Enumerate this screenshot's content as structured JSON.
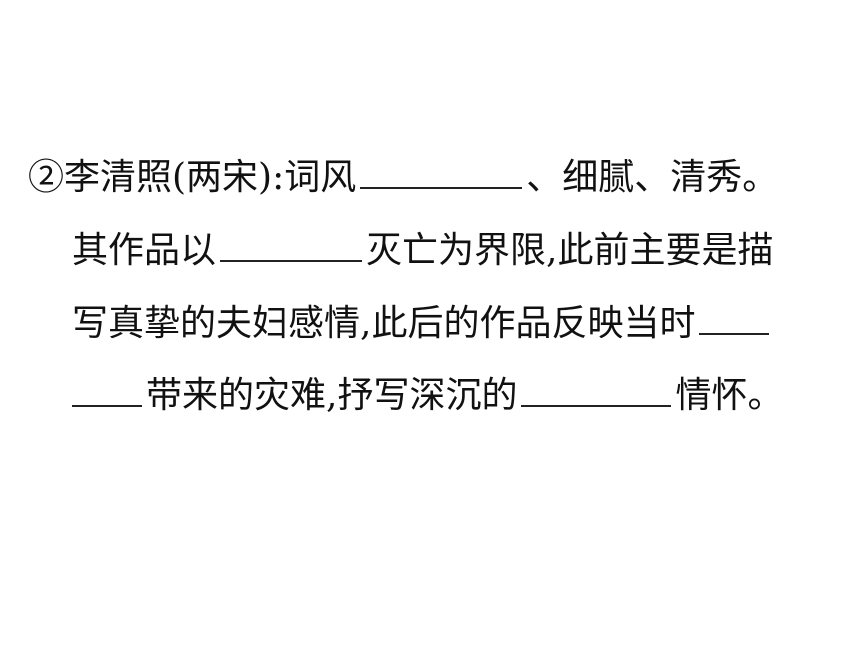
{
  "question": {
    "line1": {
      "start": "②李清照(两宋):词风",
      "end": "、细腻、清秀。"
    },
    "line2": {
      "start": "其作品以",
      "end": "灭亡为界限,此前主要是描"
    },
    "line3": {
      "start": "写真挚的夫妇感情,此后的作品反映当时"
    },
    "line4": {
      "middle": "带来的灾难,抒写深沉的",
      "end": "情怀。"
    }
  }
}
